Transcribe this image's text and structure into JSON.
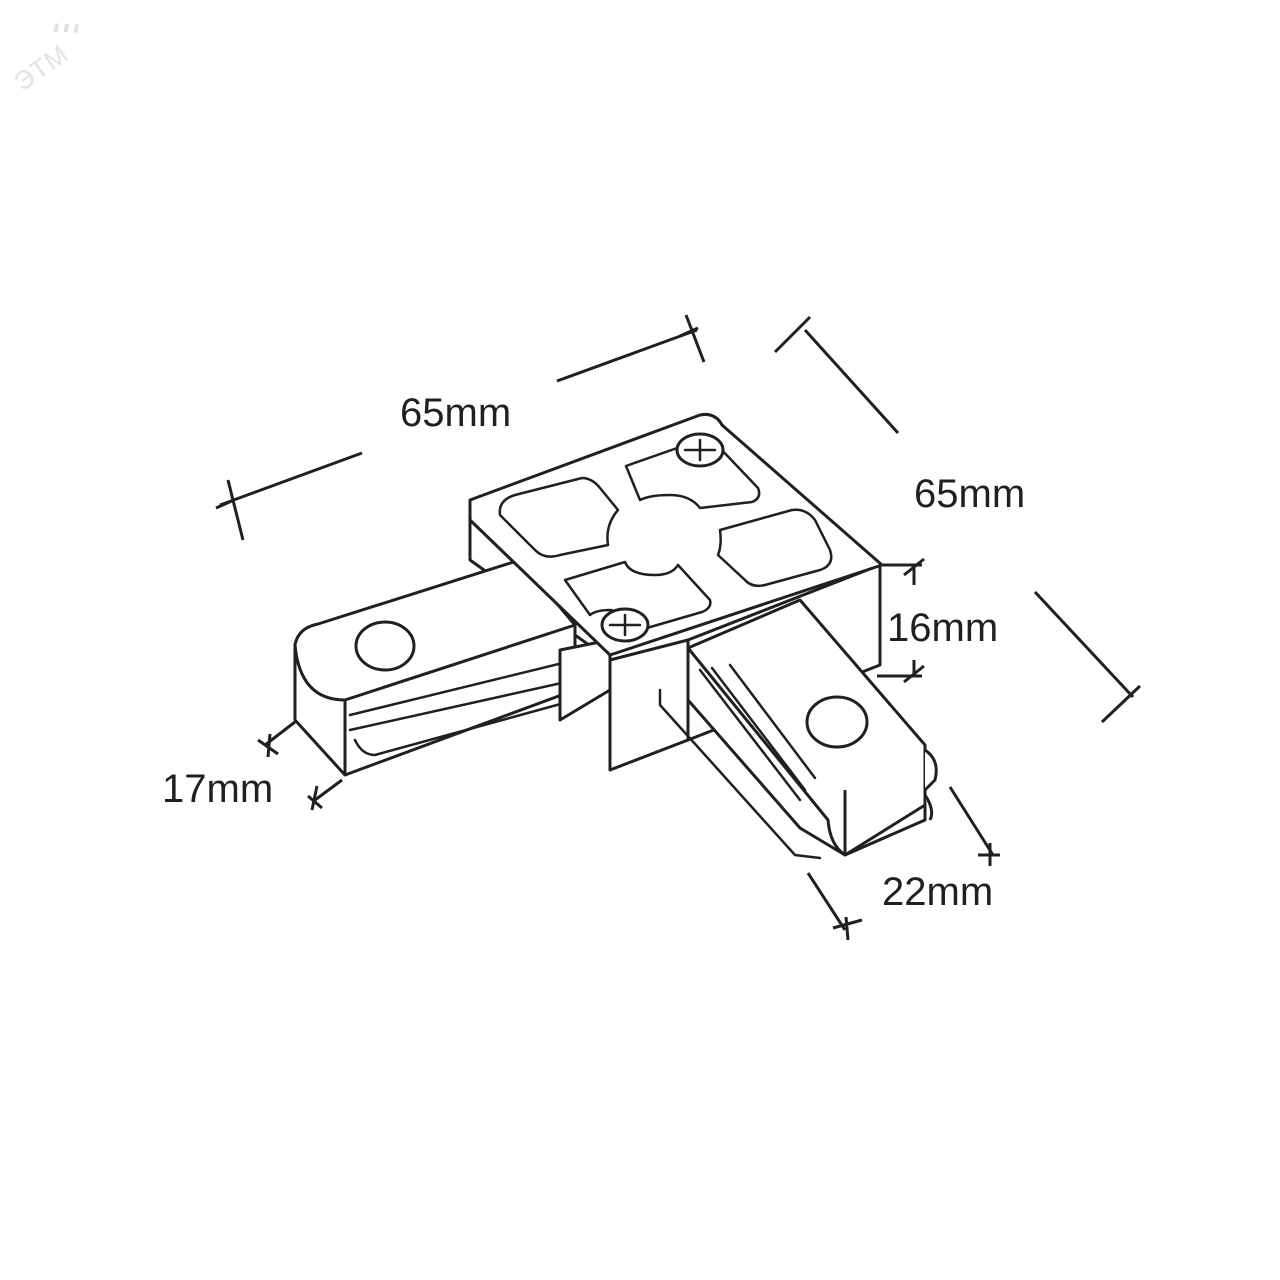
{
  "watermark": {
    "text": "ЭТМ",
    "color": "#e2e2e2"
  },
  "drawing": {
    "subject": "L-shaped track connector",
    "line_color": "#231f20",
    "background": "#ffffff"
  },
  "dimensions": {
    "length_a": "65mm",
    "length_b": "65mm",
    "height": "16mm",
    "end_width": "17mm",
    "end_width_b": "22mm"
  }
}
